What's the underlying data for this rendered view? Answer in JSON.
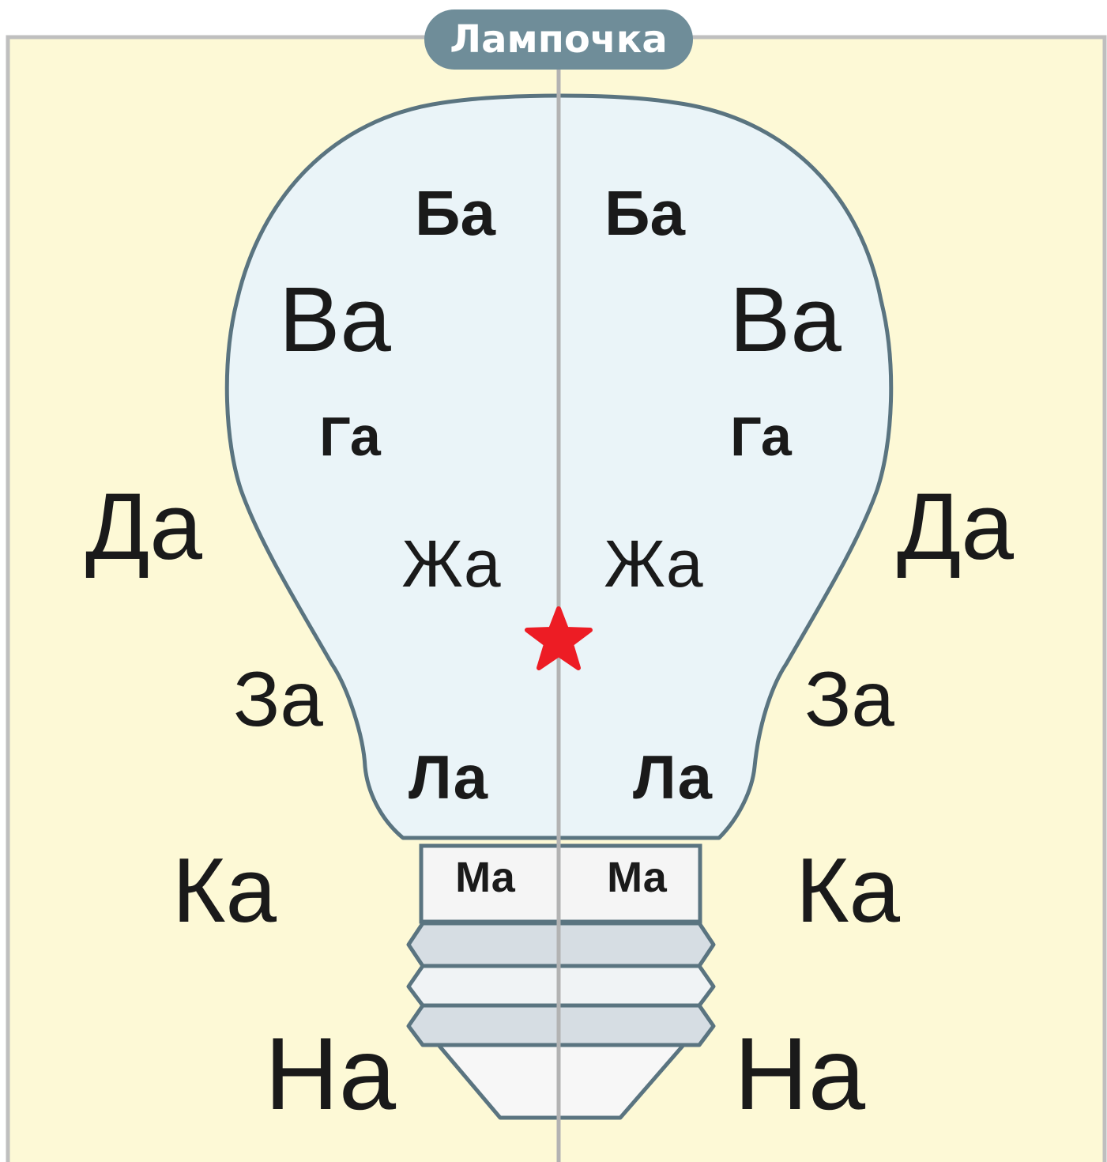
{
  "title": "Лампочка",
  "colors": {
    "panel_background": "#fdf9d6",
    "panel_border": "#bfbfbf",
    "bulb_fill": "#eaf4f8",
    "bulb_outline": "#5a7480",
    "neck_fill": "#f5f5f5",
    "thread_fill": "#d6dde3",
    "base_fill": "#f7f7f7",
    "title_pill": "#6f8d99",
    "star": "#ed1c24",
    "divider": "#b3b3b3",
    "text": "#1a1a1a"
  },
  "icons": [
    "light-bulb-icon",
    "star-icon"
  ],
  "syllables": {
    "ba": "Ба",
    "va": "Ва",
    "ga": "Га",
    "da": "Да",
    "zha": "Жа",
    "za": "За",
    "la": "Ла",
    "ka": "Ка",
    "ma": "Ма",
    "na": "На"
  }
}
